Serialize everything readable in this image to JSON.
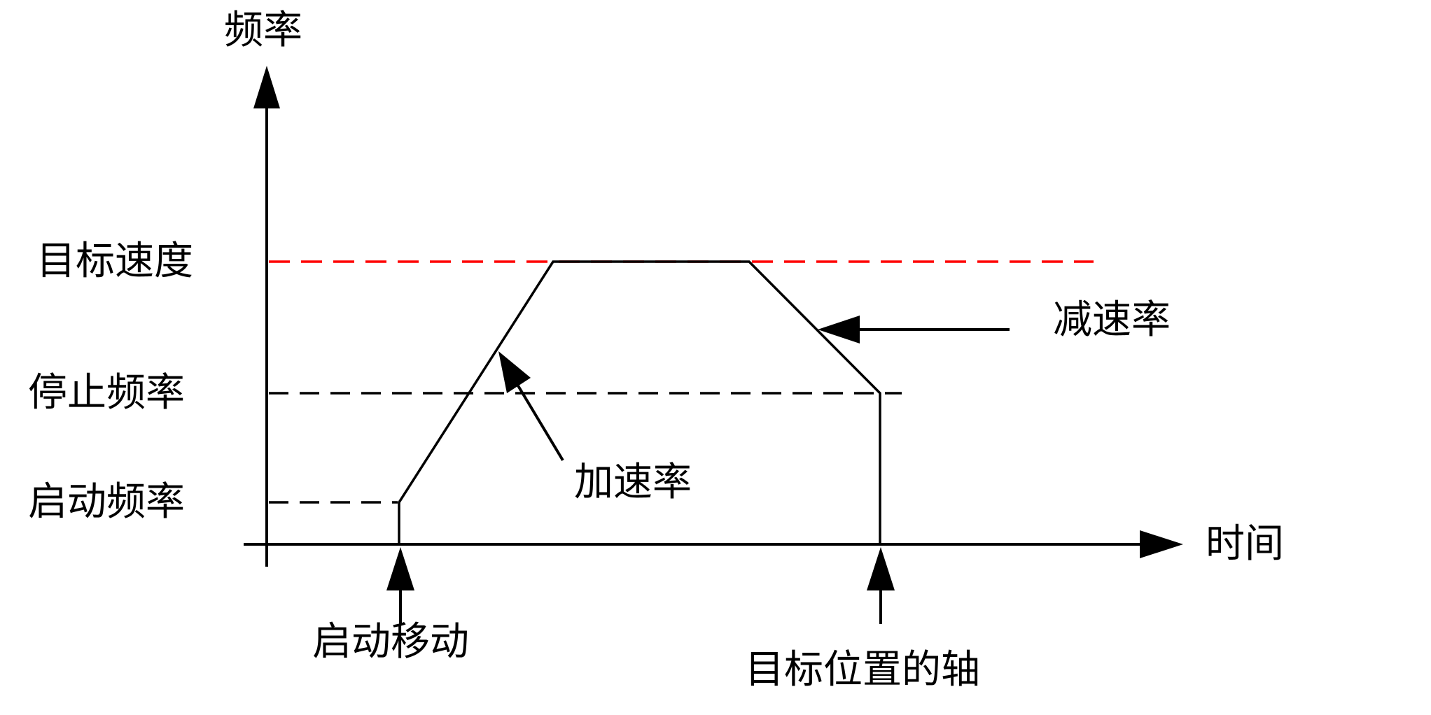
{
  "axes": {
    "y_label": "频率",
    "x_label": "时间"
  },
  "levels": {
    "target_speed": "目标速度",
    "stop_frequency": "停止频率",
    "start_frequency": "启动频率"
  },
  "annotations": {
    "acceleration": "加速率",
    "deceleration": "减速率",
    "start_move": "启动移动",
    "target_position": "目标位置的轴"
  },
  "colors": {
    "line": "#000000",
    "target_dash": "#ff0000",
    "background": "#ffffff"
  }
}
